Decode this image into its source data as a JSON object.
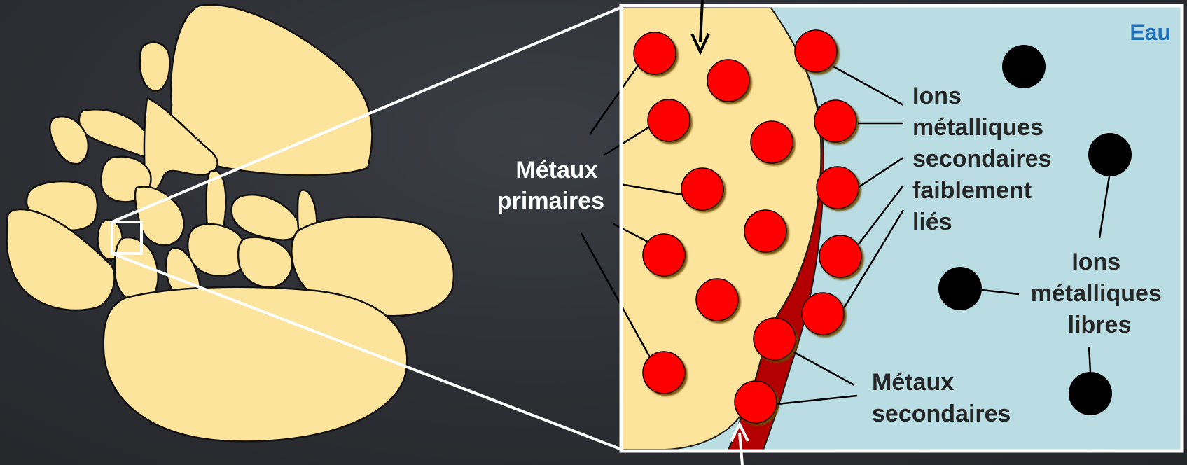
{
  "labels": {
    "water": "Eau",
    "primary_metals": [
      "Métaux",
      "primaires"
    ],
    "weak_ions": [
      "Ions",
      "métalliques",
      "secondaires",
      "faiblement",
      "liés"
    ],
    "free_ions": [
      "Ions",
      "métalliques",
      "libres"
    ],
    "secondary_metals": [
      "Métaux",
      "secondaires"
    ]
  },
  "colors": {
    "background": "#2c2e33",
    "grain_fill": "#fde49c",
    "water": "#b9dde3",
    "secondary_layer": "#b30000",
    "metal_red": "#ff0000",
    "free_ion": "#000000"
  }
}
